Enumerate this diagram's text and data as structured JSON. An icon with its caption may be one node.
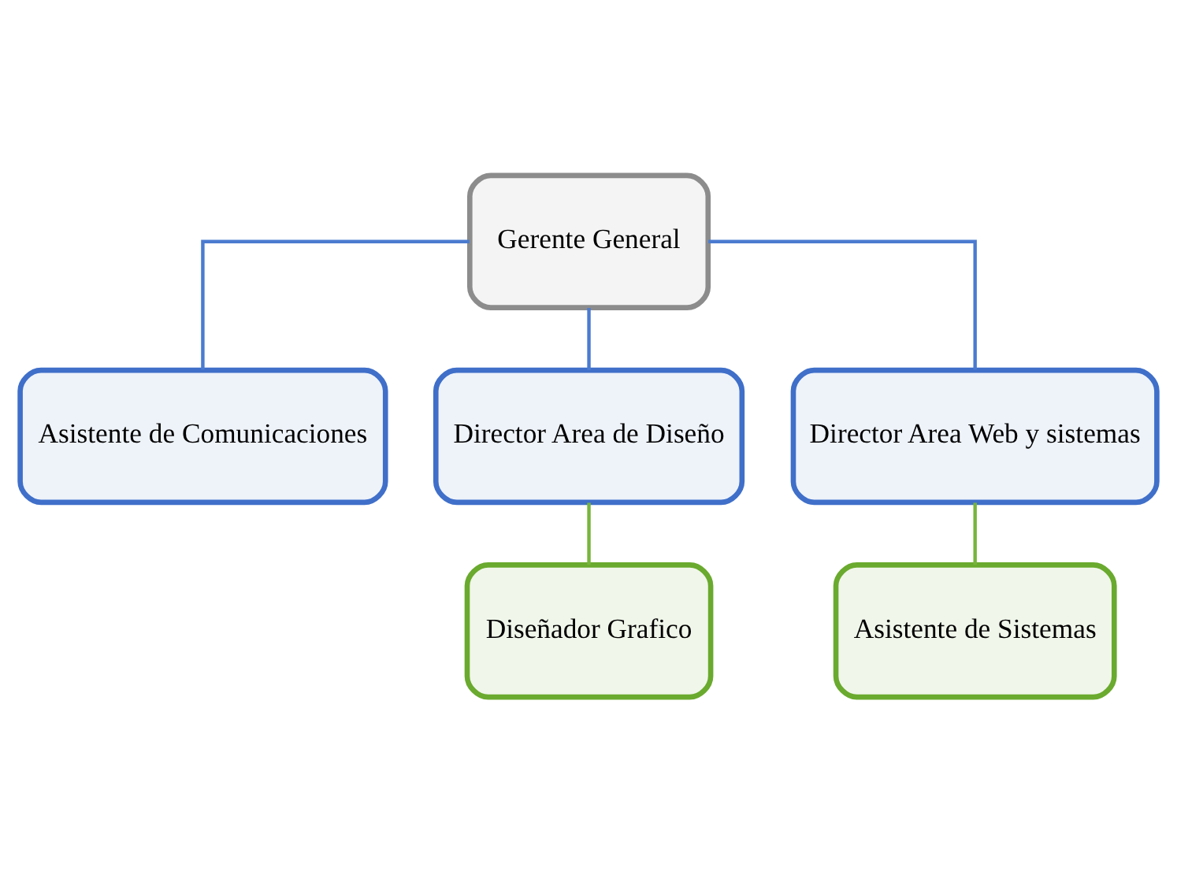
{
  "diagram": {
    "nodes": [
      {
        "text": [
          "Gerente General"
        ]
      },
      {
        "text": [
          "Asistente de Comunicaciones"
        ]
      },
      {
        "text": [
          "Director Area de Diseño"
        ]
      },
      {
        "text": [
          "Director Area Web y sistemas"
        ]
      },
      {
        "text": [
          "Diseñador Grafico"
        ]
      },
      {
        "text": [
          "Asistente de Sistemas"
        ]
      }
    ],
    "edges": [
      {
        "from": 0,
        "to": 1,
        "arrow": "none"
      },
      {
        "from": 0,
        "to": 2,
        "arrow": "none"
      },
      {
        "from": 0,
        "to": 3,
        "arrow": "none"
      },
      {
        "from": 2,
        "to": 4,
        "arrow": "none",
        "color": "#77b43c"
      },
      {
        "from": 3,
        "to": 5,
        "arrow": "none",
        "color": "#77b43c"
      }
    ]
  }
}
